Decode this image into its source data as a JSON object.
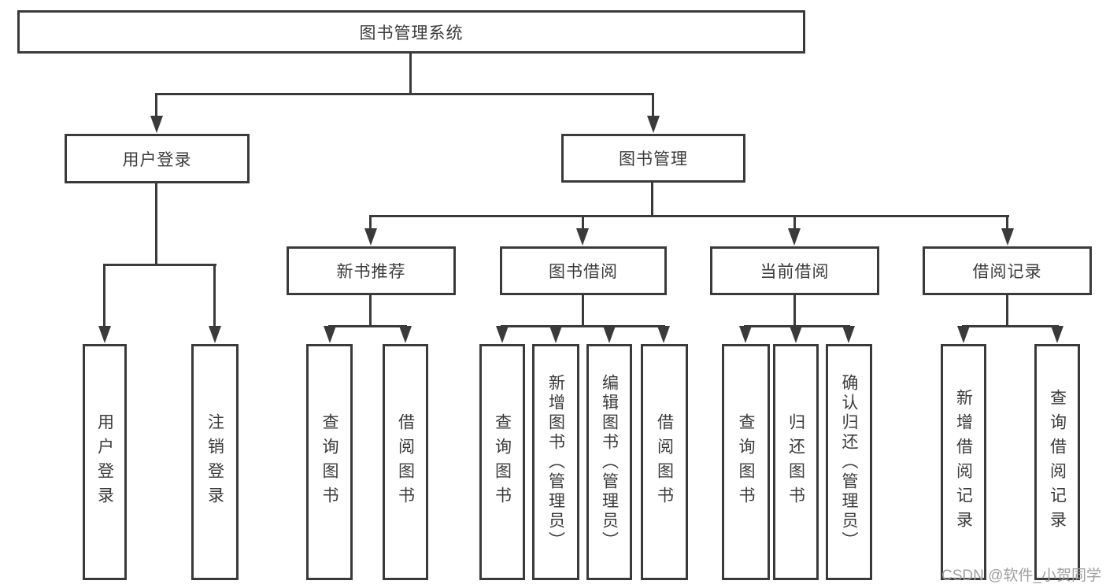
{
  "diagram": {
    "title": "图书管理系统",
    "branches": {
      "login": {
        "label": "用户登录",
        "children": [
          "用户登录",
          "注销登录"
        ]
      },
      "management": {
        "label": "图书管理",
        "sections": {
          "new_book": {
            "label": "新书推荐",
            "children": [
              "查询图书",
              "借阅图书"
            ]
          },
          "borrow": {
            "label": "图书借阅",
            "children": [
              "查询图书",
              "新增图书（管理员）",
              "编辑图书（管理员）",
              "借阅图书"
            ]
          },
          "current": {
            "label": "当前借阅",
            "children": [
              "查询图书",
              "归还图书",
              "确认归还（管理员）"
            ]
          },
          "records": {
            "label": "借阅记录",
            "children": [
              "新增借阅记录",
              "查询借阅记录"
            ]
          }
        }
      }
    }
  },
  "watermark": "CSDN @软件_小贺同学",
  "colors": {
    "line": "#3a3a3a",
    "text": "#3b3b3b",
    "watermark": "#9f9f9f",
    "background": "#ffffff"
  }
}
